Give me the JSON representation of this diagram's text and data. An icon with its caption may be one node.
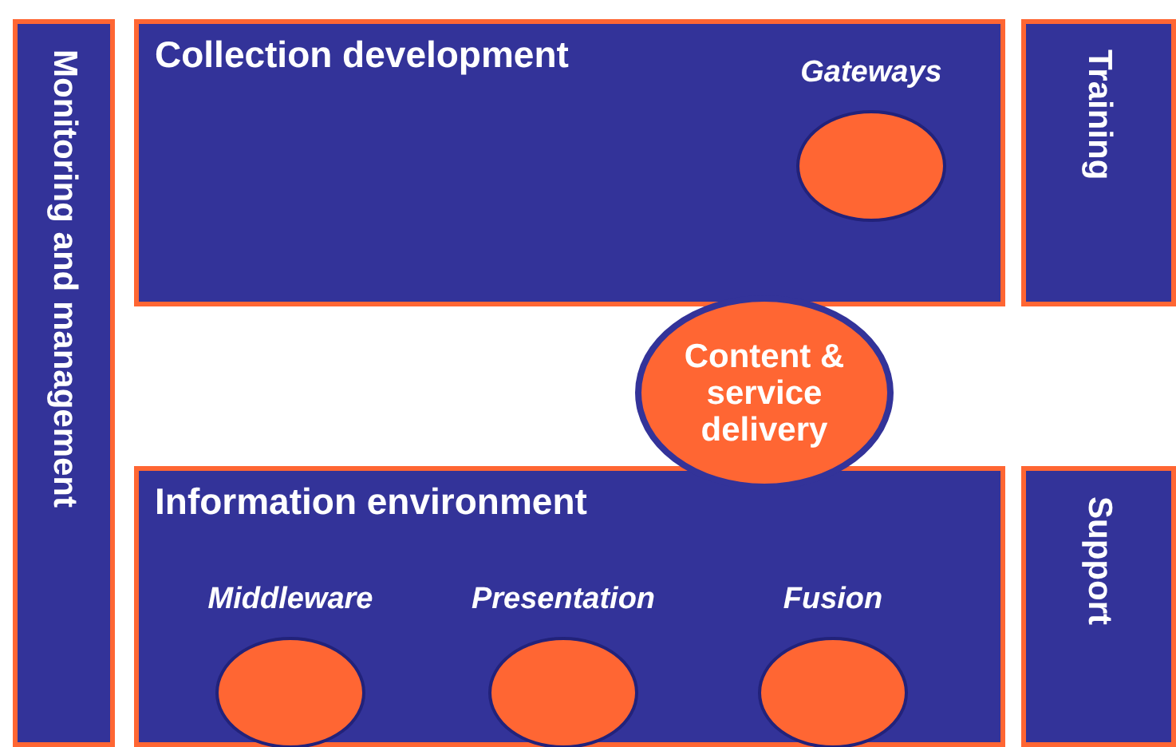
{
  "diagram": {
    "nodes": [
      {
        "text": [
          "Monitoring and management"
        ]
      },
      {
        "text": [
          "Collection development"
        ]
      },
      {
        "text": [
          "Gateways"
        ],
        "in": 1
      },
      {
        "text": [
          "Training"
        ]
      },
      {
        "text": [
          "Content & service delivery"
        ]
      },
      {
        "text": [
          "Information environment"
        ]
      },
      {
        "text": [
          "Middleware"
        ],
        "in": 5
      },
      {
        "text": [
          "Presentation"
        ],
        "in": 5
      },
      {
        "text": [
          "Fusion"
        ],
        "in": 5
      },
      {
        "text": [
          "Support"
        ]
      }
    ]
  }
}
